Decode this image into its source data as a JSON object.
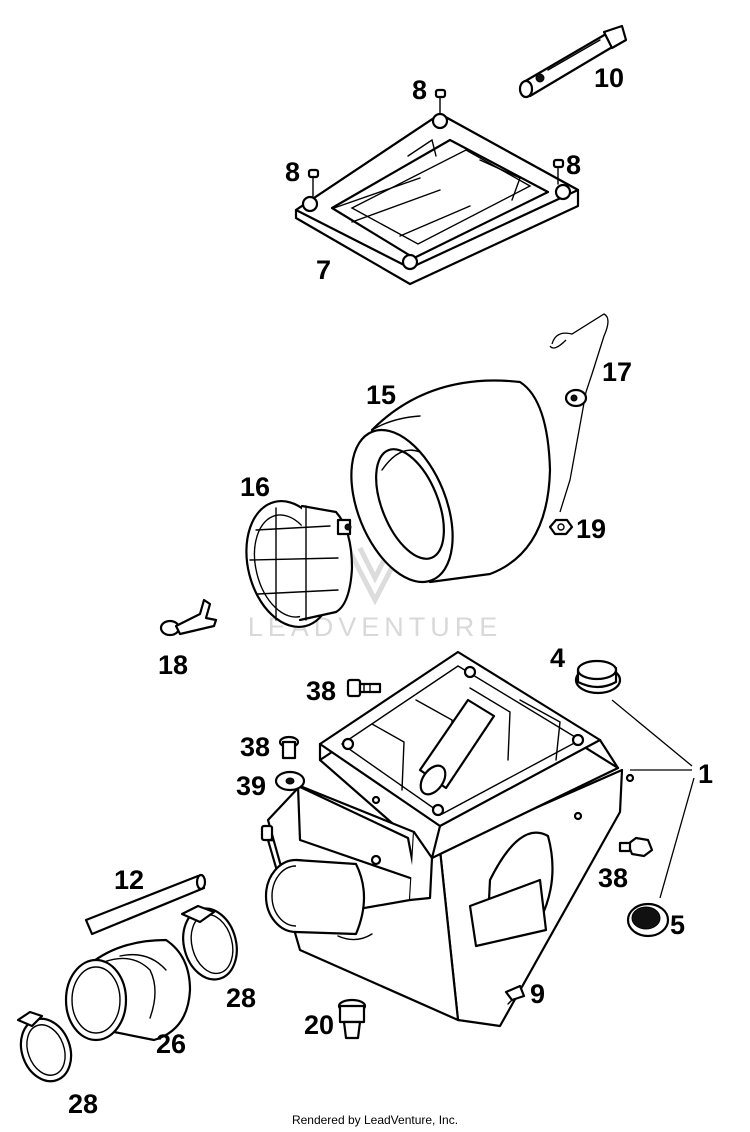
{
  "labels": {
    "p1": "1",
    "p4": "4",
    "p5": "5",
    "p7": "7",
    "p8a": "8",
    "p8b": "8",
    "p8c": "8",
    "p9": "9",
    "p10": "10",
    "p12": "12",
    "p15": "15",
    "p16": "16",
    "p17": "17",
    "p18": "18",
    "p19": "19",
    "p20": "20",
    "p26": "26",
    "p28a": "28",
    "p28b": "28",
    "p38a": "38",
    "p38b": "38",
    "p38c": "38",
    "p39": "39"
  },
  "watermark": "LEADVENTURE",
  "footer": "Rendered by LeadVenture, Inc."
}
